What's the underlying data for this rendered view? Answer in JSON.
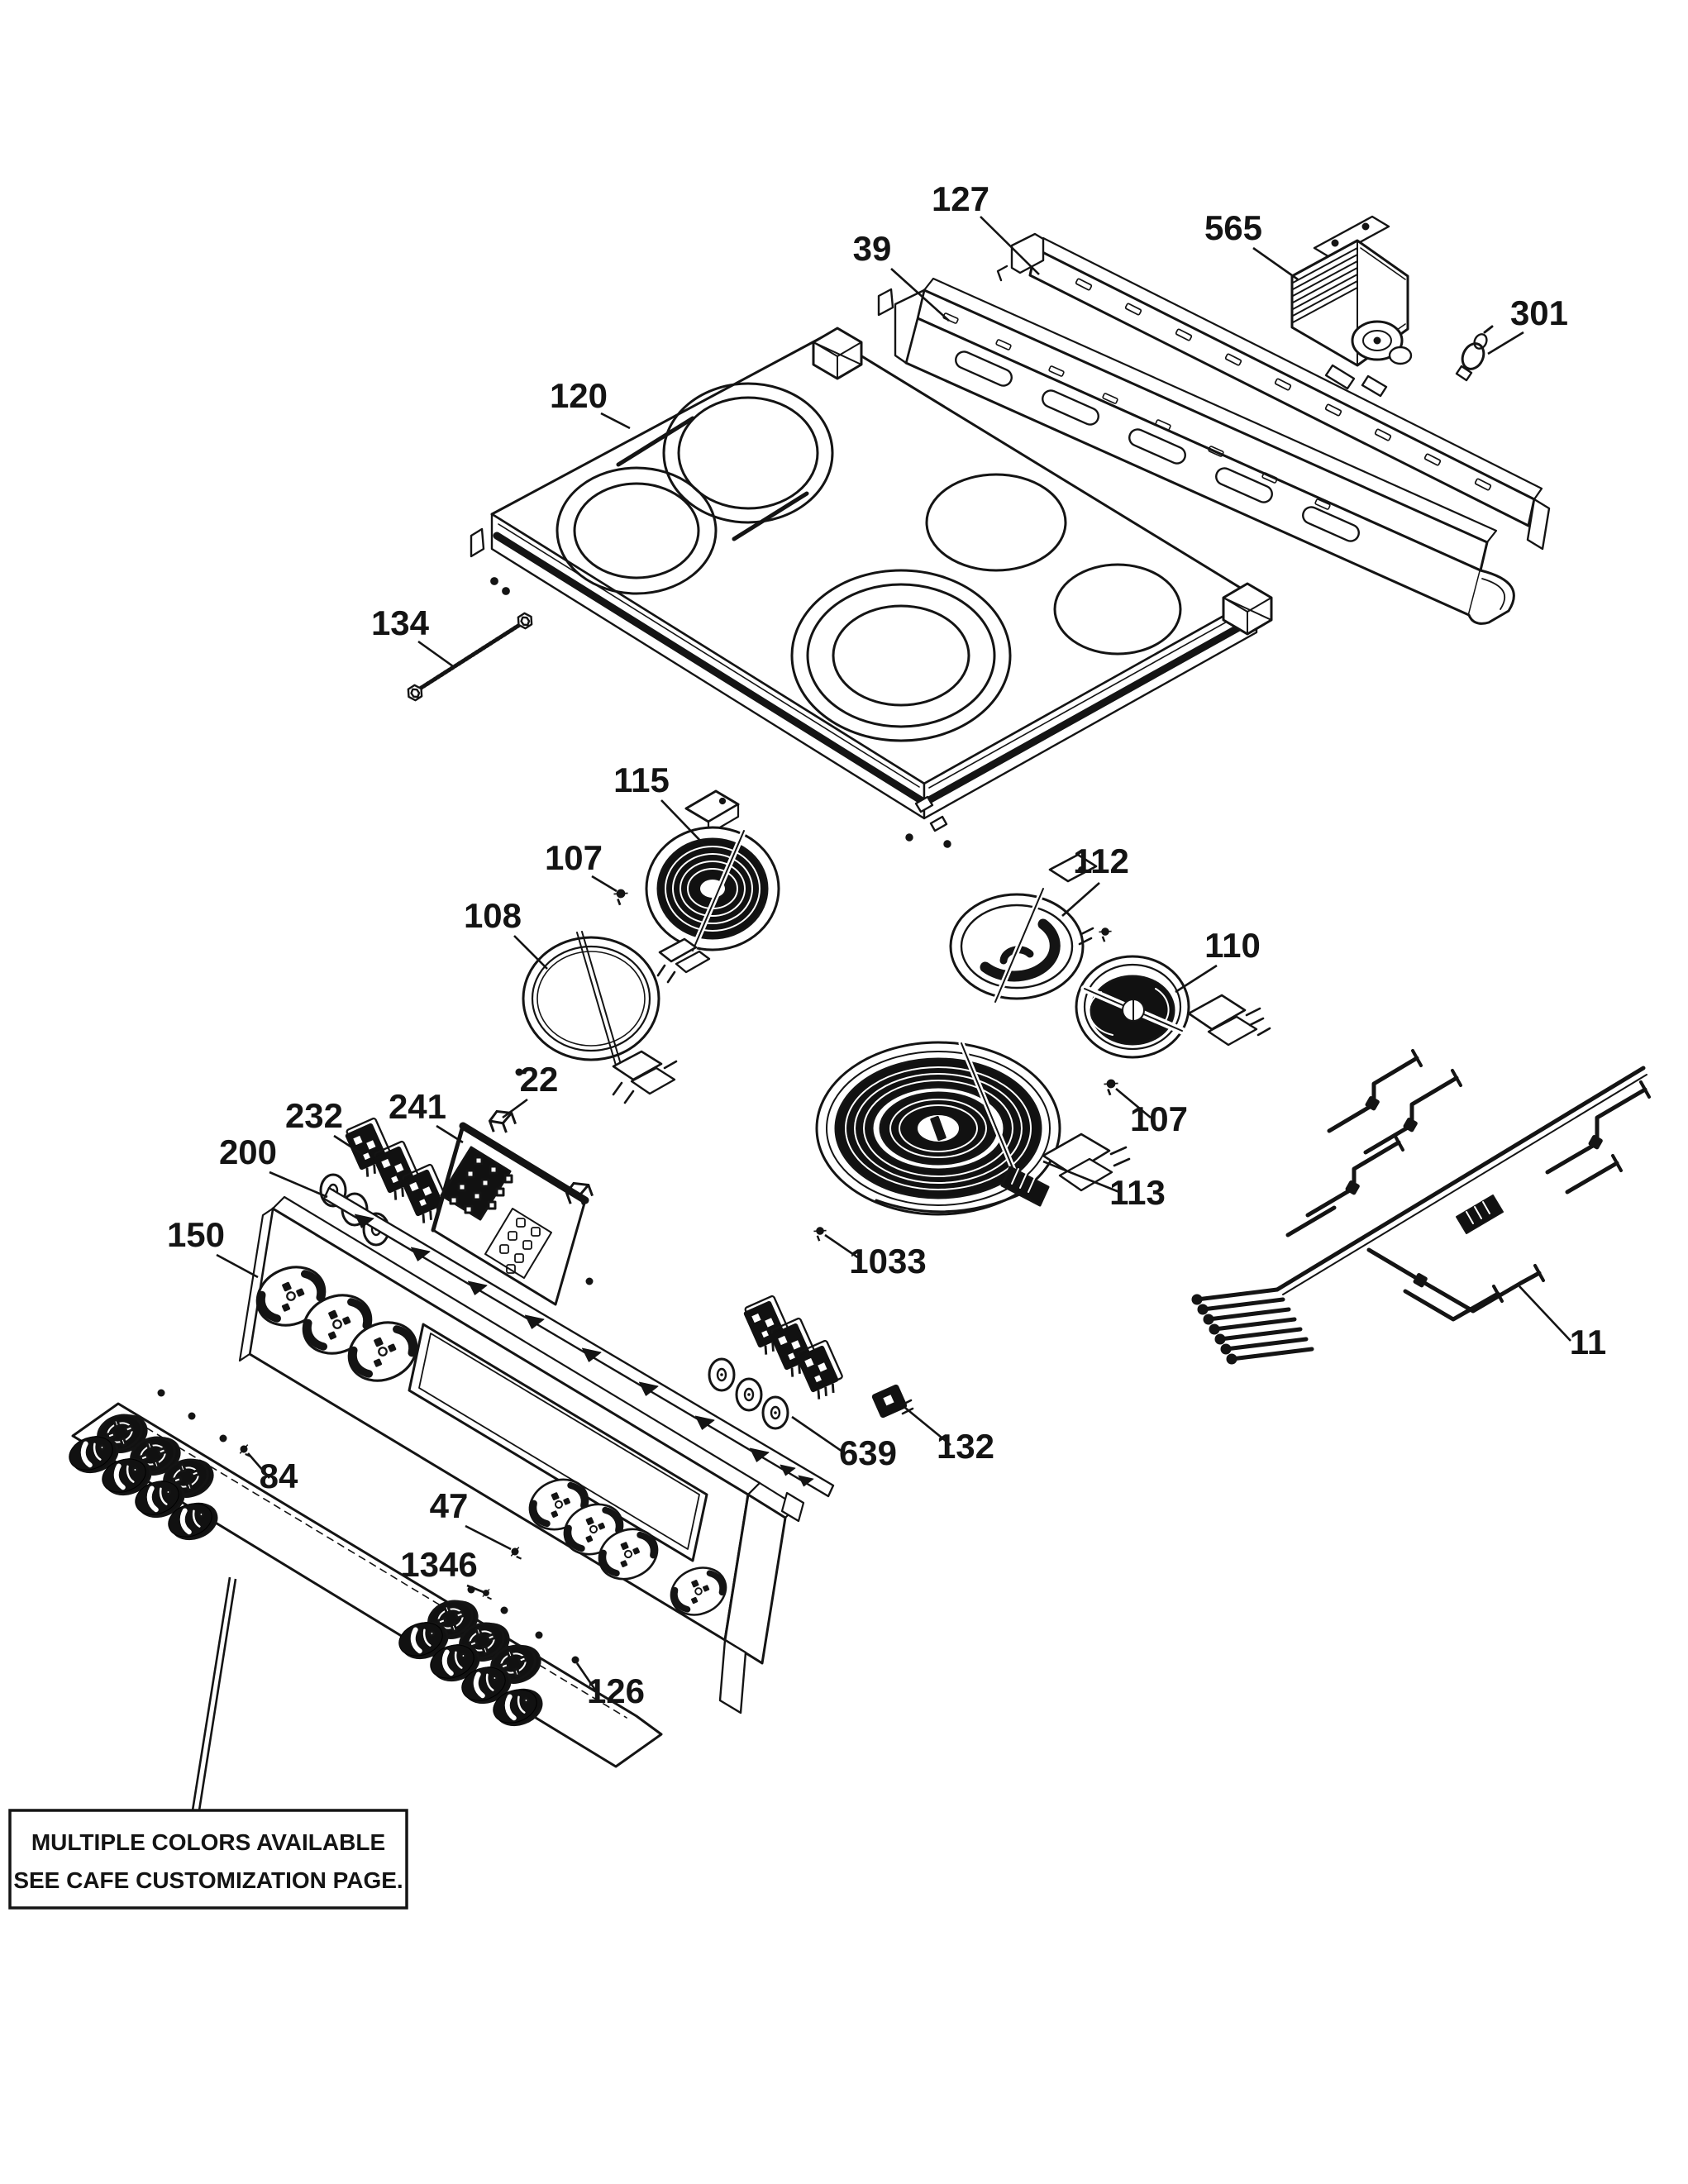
{
  "note": {
    "line1": "MULTIPLE COLORS AVAILABLE",
    "line2": "SEE CAFE CUSTOMIZATION PAGE."
  },
  "labels": {
    "l127": "127",
    "l39": "39",
    "l565": "565",
    "l301": "301",
    "l120": "120",
    "l134": "134",
    "l115": "115",
    "l107a": "107",
    "l108": "108",
    "l112": "112",
    "l110": "110",
    "l107b": "107",
    "l22": "22",
    "l232": "232",
    "l241": "241",
    "l200": "200",
    "l150": "150",
    "l1033": "1033",
    "l113": "113",
    "l11": "11",
    "l639": "639",
    "l132": "132",
    "l84": "84",
    "l47": "47",
    "l1346": "1346",
    "l126": "126"
  }
}
